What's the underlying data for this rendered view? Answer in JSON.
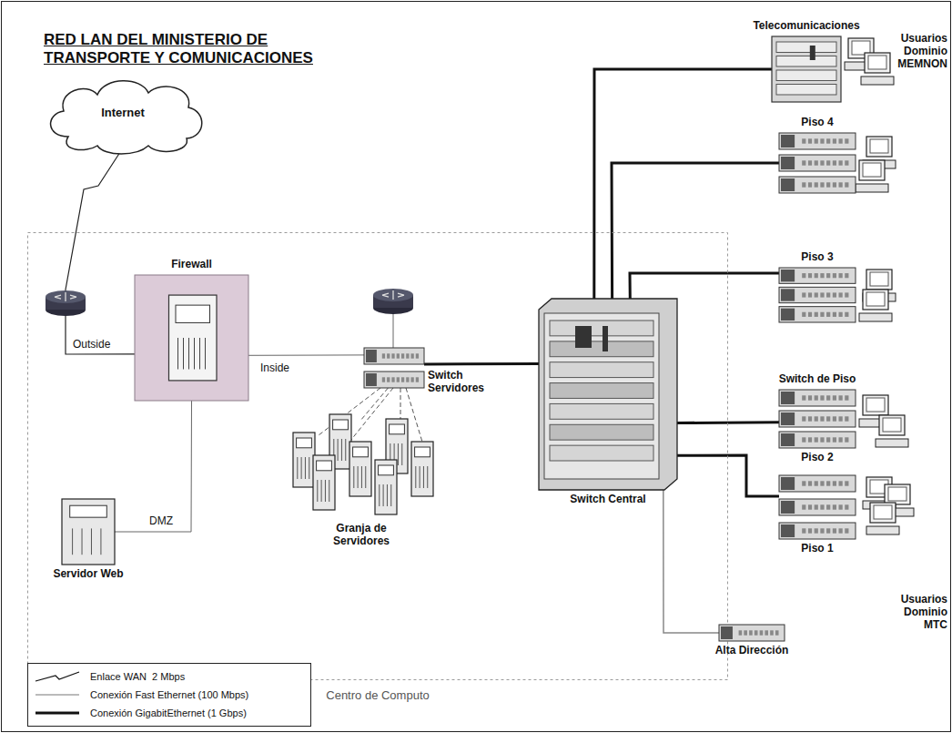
{
  "diagram": {
    "title": "RED LAN DEL MINISTERIO DE TRANSPORTE Y COMUNICACIONES",
    "nodes": [
      {
        "text": [
          "Internet"
        ]
      },
      {
        "text": [
          "Centro de Computo"
        ]
      },
      {
        "text": [
          "Firewall"
        ],
        "in": 1
      },
      {
        "text": [
          "Servidor Web"
        ],
        "in": 1
      },
      {
        "text": [
          "Switch Servidores"
        ],
        "in": 1
      },
      {
        "text": [
          "Granja de Servidores"
        ],
        "in": 1
      },
      {
        "text": [
          "Switch Central"
        ],
        "in": 1
      },
      {
        "text": [
          "Telecomunicaciones"
        ]
      },
      {
        "text": [
          "Piso 4"
        ]
      },
      {
        "text": [
          "Piso 3"
        ]
      },
      {
        "text": [
          "Switch de Piso",
          "Piso 2"
        ]
      },
      {
        "text": [
          "Piso 1"
        ]
      },
      {
        "text": [
          "Alta Dirección"
        ]
      }
    ],
    "edges": [
      {
        "from": 0,
        "to": 2,
        "arrow": "none",
        "label": "Outside"
      },
      {
        "from": 2,
        "to": 3,
        "arrow": "none",
        "label": "DMZ"
      },
      {
        "from": 2,
        "to": 4,
        "arrow": "none",
        "label": "Inside"
      },
      {
        "from": 4,
        "to": 6,
        "arrow": "none"
      },
      {
        "from": 4,
        "to": 5,
        "arrow": "none"
      },
      {
        "from": 6,
        "to": 7,
        "arrow": "none"
      },
      {
        "from": 6,
        "to": 8,
        "arrow": "none"
      },
      {
        "from": 6,
        "to": 9,
        "arrow": "none"
      },
      {
        "from": 6,
        "to": 10,
        "arrow": "none"
      },
      {
        "from": 6,
        "to": 11,
        "arrow": "none"
      },
      {
        "from": 6,
        "to": 12,
        "arrow": "none"
      }
    ],
    "labels": [
      "Usuarios Dominio MEMNON",
      "Usuarios Dominio MTC"
    ],
    "legend": [
      {
        "text": "Enlace WAN  2 Mbps"
      },
      {
        "text": "Conexión Fast Ethernet (100 Mbps)"
      },
      {
        "text": "Conexión GigabitEthernet (1 Gbps)"
      }
    ]
  }
}
